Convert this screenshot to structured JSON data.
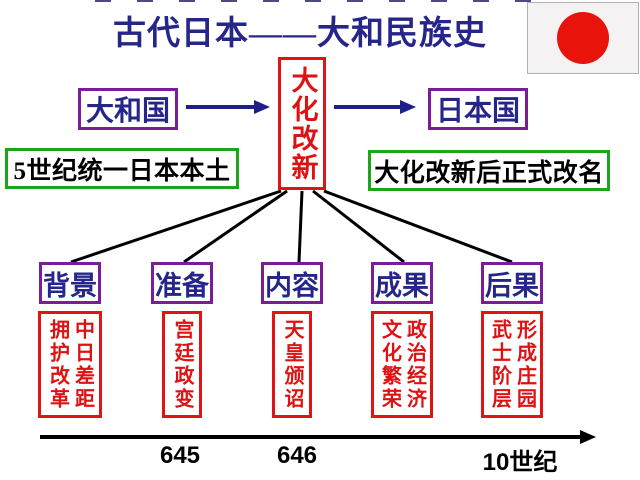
{
  "page": {
    "title": "古代日本——大和民族史"
  },
  "colors": {
    "navy_text": "#26268a",
    "purple_border": "#7b1d96",
    "red_accent": "#e01414",
    "green_border": "#1ca51c",
    "flag_red": "#e8140c",
    "line_black": "#000000"
  },
  "flag": {
    "name": "japan-flag"
  },
  "flow": {
    "left_node": "大和国",
    "center_node": "大化改新",
    "right_node": "日本国",
    "left_note": "5世纪统一日本本土",
    "right_note": "大化改新后正式改名"
  },
  "branches": [
    {
      "label": "背景",
      "cols": [
        "中日差距",
        "拥护改革"
      ]
    },
    {
      "label": "准备",
      "cols": [
        "宫廷政变"
      ]
    },
    {
      "label": "内容",
      "cols": [
        "天皇颁诏"
      ]
    },
    {
      "label": "成果",
      "cols": [
        "政治经济",
        "文化繁荣"
      ]
    },
    {
      "label": "后果",
      "cols": [
        "形成庄园",
        "武士阶层"
      ]
    }
  ],
  "timeline": {
    "labels": [
      "645",
      "646",
      "10世纪"
    ]
  }
}
